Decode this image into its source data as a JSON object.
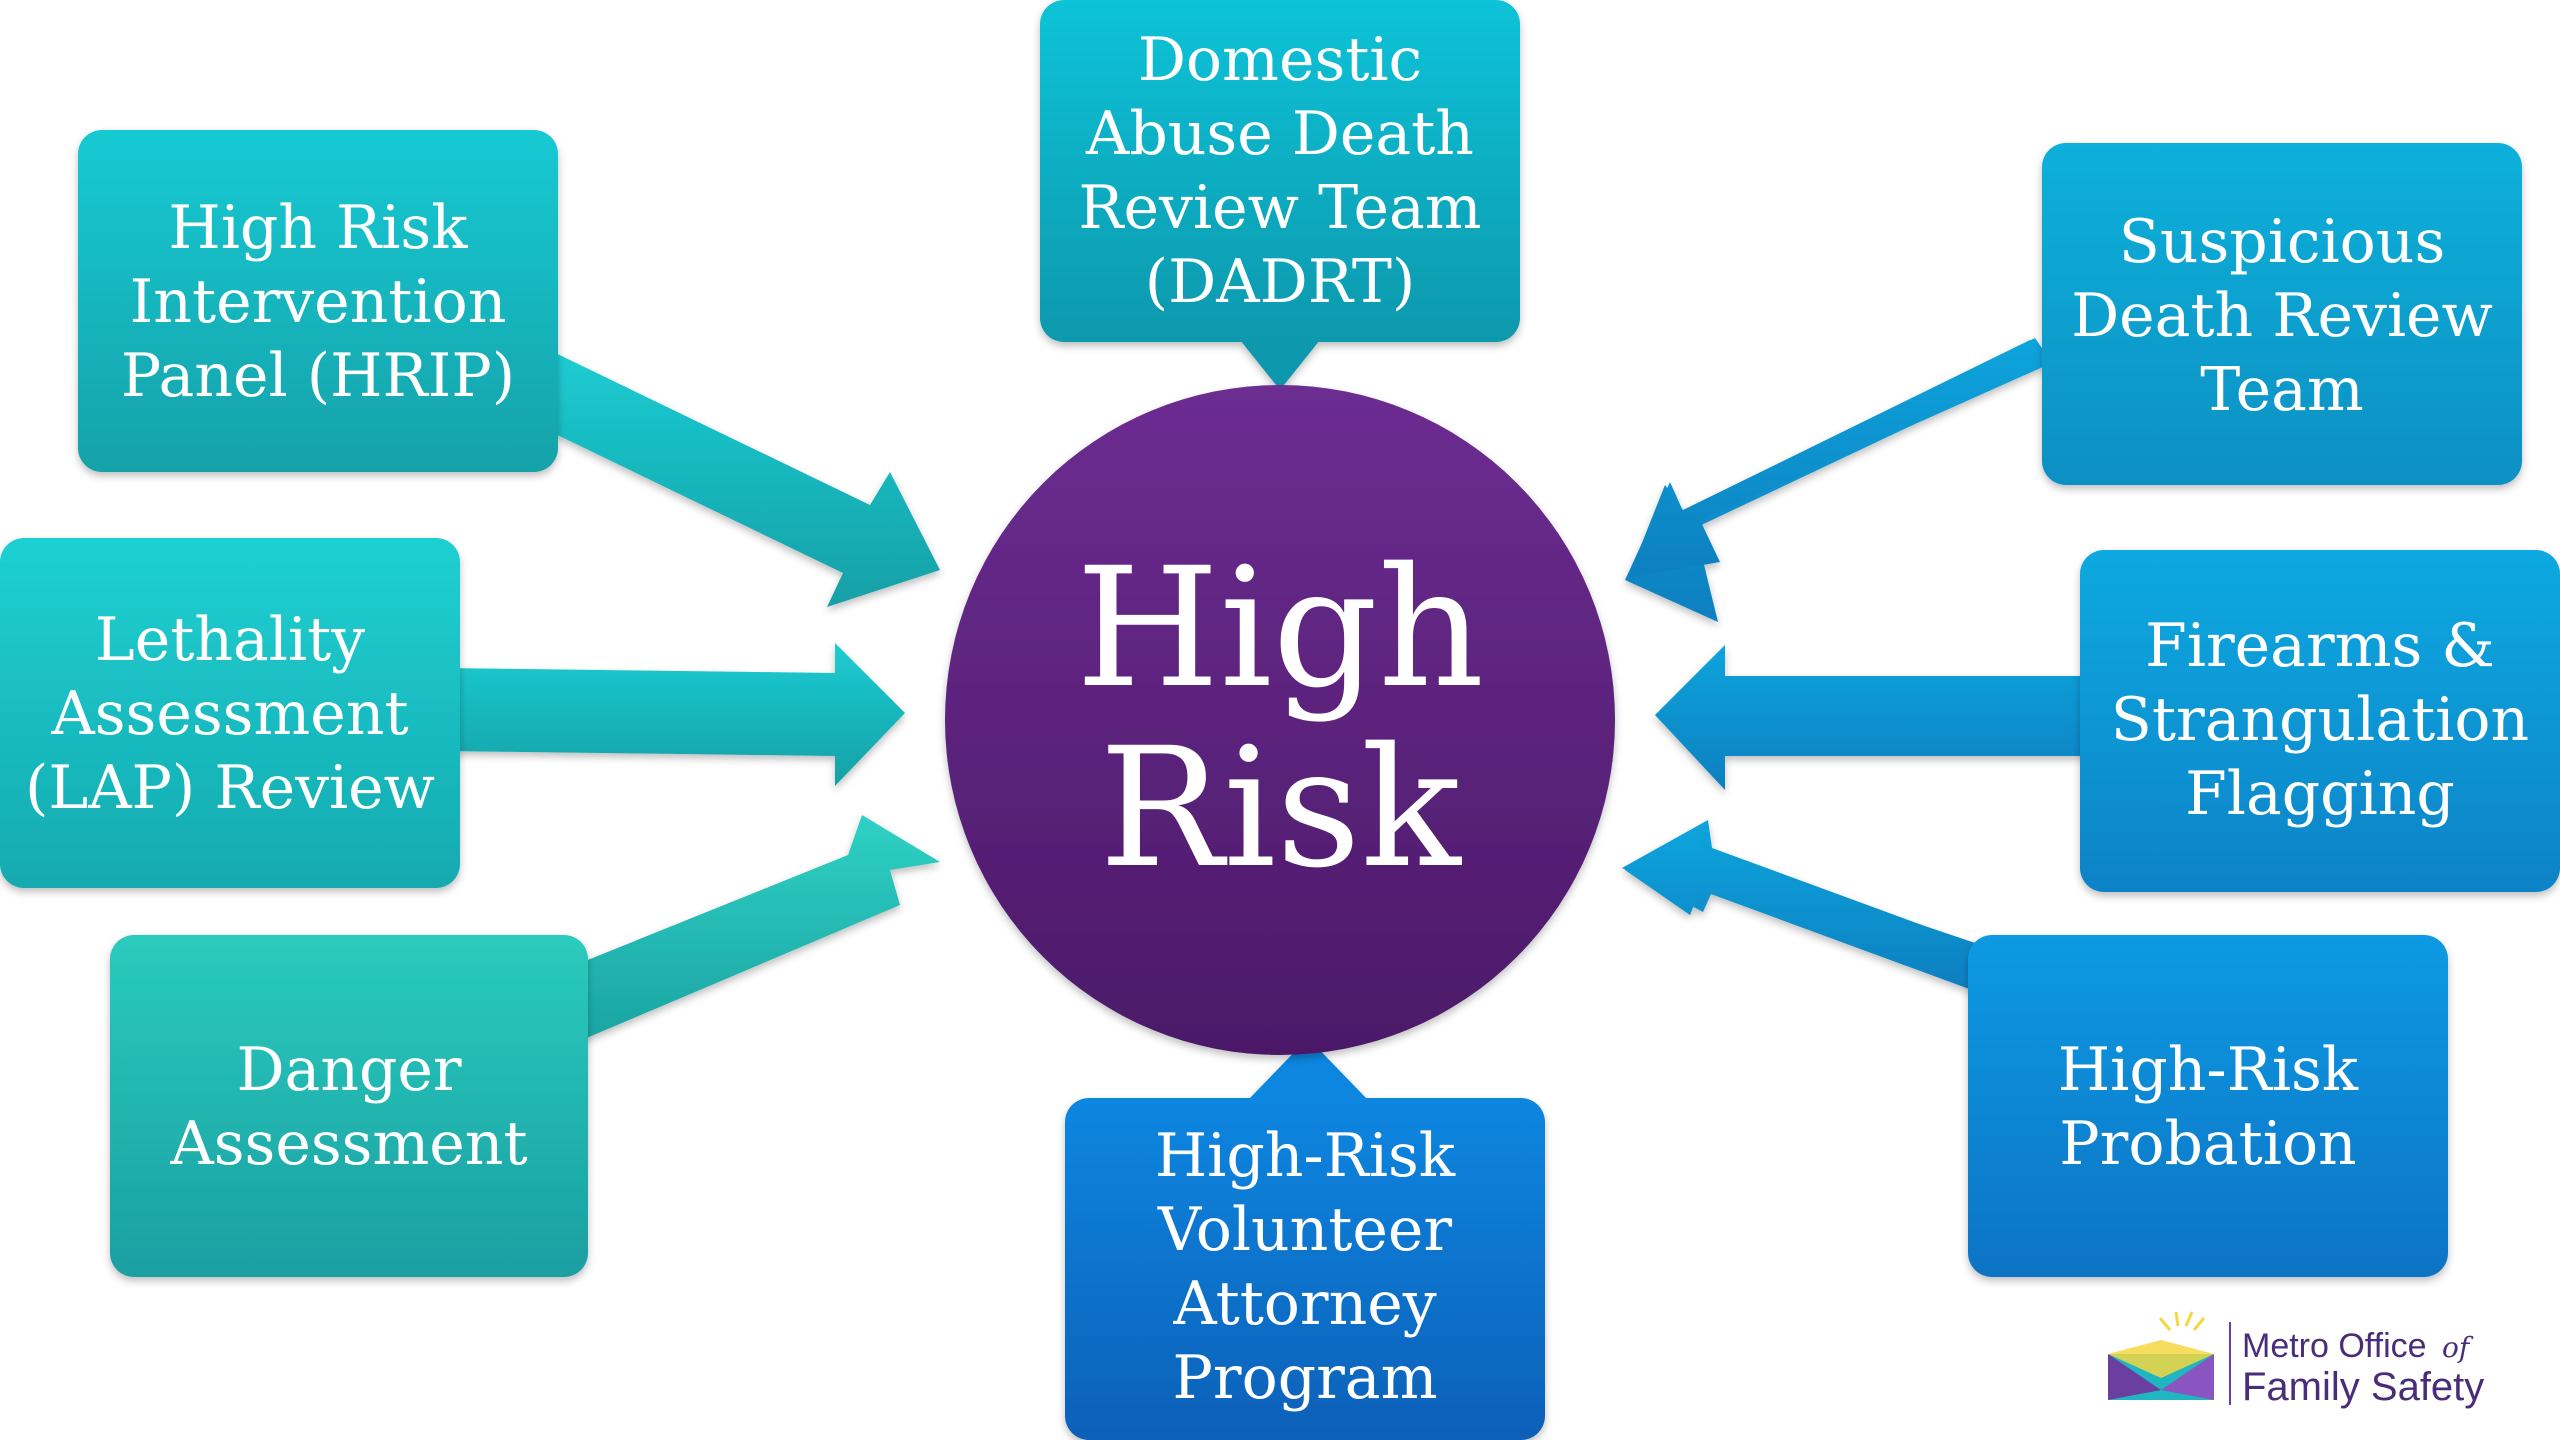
{
  "center": {
    "lines": [
      "High",
      "Risk"
    ]
  },
  "boxes": {
    "hrip": {
      "lines": [
        "High Risk",
        "Intervention",
        "Panel (HRIP)"
      ]
    },
    "lap": {
      "lines": [
        "Lethality",
        "Assessment",
        "(LAP) Review"
      ]
    },
    "danger": {
      "lines": [
        "Danger",
        "Assessment"
      ]
    },
    "dadrt": {
      "lines": [
        "Domestic",
        "Abuse Death",
        "Review Team",
        "(DADRT)"
      ]
    },
    "volunteer": {
      "lines": [
        "High-Risk",
        "Volunteer",
        "Attorney",
        "Program"
      ]
    },
    "suspicious": {
      "lines": [
        "Suspicious",
        "Death Review",
        "Team"
      ]
    },
    "firearms": {
      "lines": [
        "Firearms &",
        "Strangulation",
        "Flagging"
      ]
    },
    "probation": {
      "lines": [
        "High-Risk",
        "Probation"
      ]
    }
  },
  "logo": {
    "line1": "Metro Office",
    "line1_suffix": "of",
    "line2": "Family Safety",
    "colors": {
      "purple": "#6b3fa0",
      "teal": "#1fb6c1",
      "yellow": "#f5d742",
      "text": "#4a2d7a"
    }
  },
  "colors": {
    "center_top": "#6b2d90",
    "center_bottom": "#4c1a6b",
    "teal_light": "#20c8cf",
    "teal_dark": "#0f9a9f",
    "blue_light": "#1aa8de",
    "blue_dark": "#0a6fc2"
  }
}
